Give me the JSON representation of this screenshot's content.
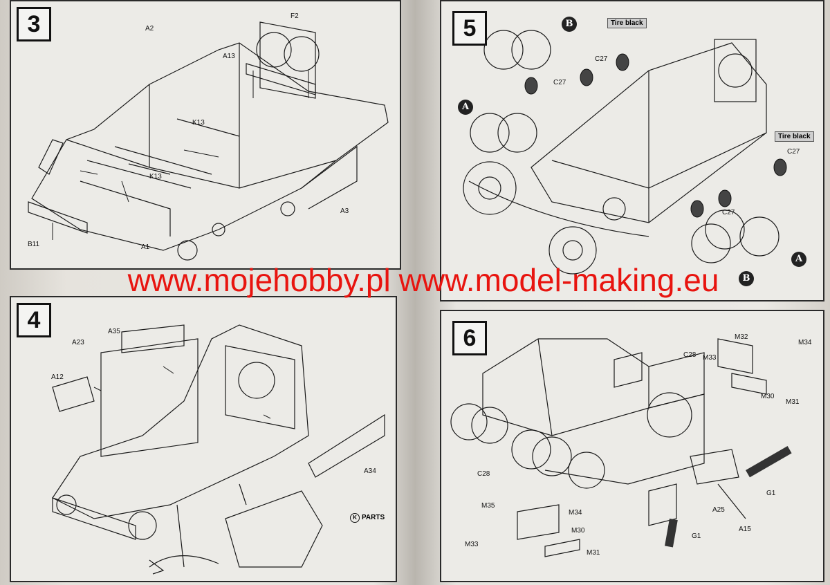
{
  "steps": {
    "s3": {
      "number": "3",
      "labels": {
        "a2": "A2",
        "f2": "F2",
        "a13": "A13",
        "k13a": "K13",
        "k13b": "K13",
        "a3": "A3",
        "b11": "B11",
        "a1": "A1"
      }
    },
    "s4": {
      "number": "4",
      "labels": {
        "a35": "A35",
        "a23": "A23",
        "a12": "A12",
        "a34": "A34"
      },
      "parts_letter": "K",
      "parts_text": "PARTS"
    },
    "s5": {
      "number": "5",
      "labels": {
        "tire1": "Tire black",
        "tire2": "Tire black",
        "c27a": "C27",
        "c27b": "C27",
        "c27c": "C27",
        "c27d": "C27"
      },
      "markers": {
        "a1": "A",
        "a2": "A",
        "b1": "B",
        "b2": "B"
      }
    },
    "s6": {
      "number": "6",
      "labels": {
        "c28a": "C28",
        "c28b": "C28",
        "m32": "M32",
        "m34a": "M34",
        "m33a": "M33",
        "m30a": "M30",
        "m31a": "M31",
        "m35": "M35",
        "m34b": "M34",
        "m30b": "M30",
        "m33b": "M33",
        "m31b": "M31",
        "g1a": "G1",
        "g1b": "G1",
        "a25": "A25",
        "a15": "A15"
      }
    }
  },
  "watermark": {
    "left": "www.mojehobby.pl",
    "right": "www.model-making.eu"
  },
  "colors": {
    "watermark": "#e8140f",
    "ink": "#1a1a1a",
    "paper": "#ecebe7"
  }
}
